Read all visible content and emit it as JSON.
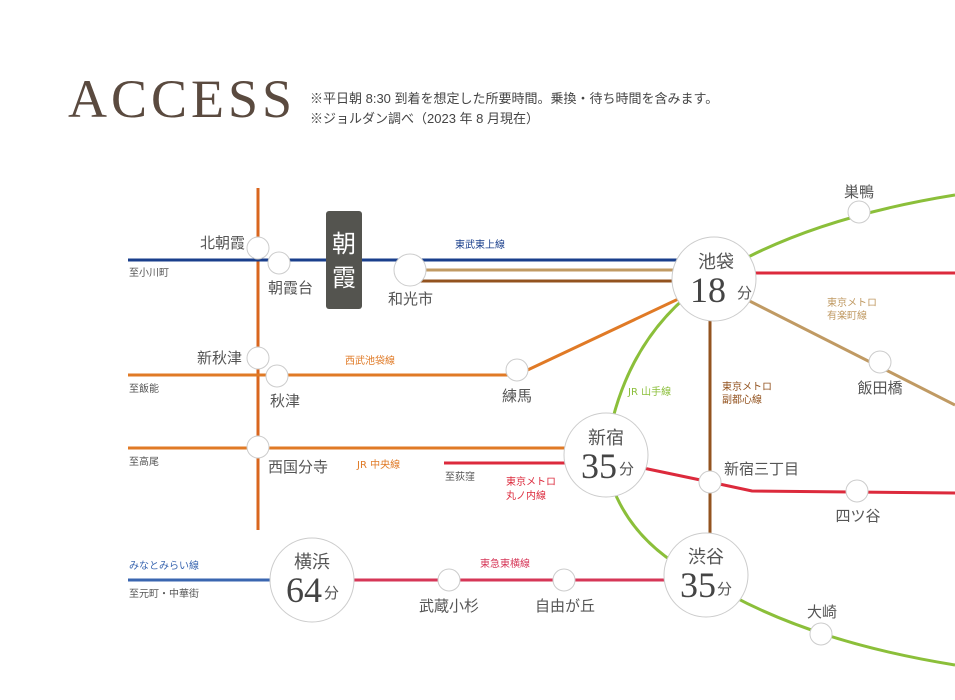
{
  "header": {
    "title": "ACCESS",
    "note1": "※平日朝 8:30 到着を想定した所要時間。乗換・待ち時間を含みます。",
    "note2": "※ジョルダン調べ（2023 年 8 月現在）"
  },
  "colors": {
    "tobu_tojo": "#1a3f8c",
    "seibu": "#e07a26",
    "jr_chuo": "#e07a26",
    "musashino_vertical": "#d9661e",
    "yamanote": "#8bbf3a",
    "marunouchi": "#dc2a3c",
    "yurakucho": "#c09a63",
    "fukutoshin": "#93531f",
    "toyoko": "#d63657",
    "minatomirai": "#3a66b0",
    "home_station_bg": "#54544f"
  },
  "home_station": {
    "name_line1": "朝",
    "name_line2": "霞"
  },
  "hubs": {
    "ikebukuro": {
      "name": "池袋",
      "minutes": "18",
      "unit": "分"
    },
    "shinjuku": {
      "name": "新宿",
      "minutes": "35",
      "unit": "分"
    },
    "shibuya": {
      "name": "渋谷",
      "minutes": "35",
      "unit": "分"
    },
    "yokohama": {
      "name": "横浜",
      "minutes": "64",
      "unit": "分"
    }
  },
  "stations": {
    "kita_asaka": "北朝霞",
    "asakadai": "朝霞台",
    "wakoshi": "和光市",
    "shin_akitsu": "新秋津",
    "akitsu": "秋津",
    "nerima": "練馬",
    "nishi_kokubunji": "西国分寺",
    "sugamo_area": "巣鴨",
    "iidabashi": "飯田橋",
    "shinjuku_sanchome": "新宿三丁目",
    "yotsuya": "四ツ谷",
    "osaki": "大崎",
    "musashi_kosugi": "武蔵小杉",
    "jiyugaoka": "自由が丘"
  },
  "lines": {
    "tobu_tojo": "東武東上線",
    "seibu_ikebukuro": "西武池袋線",
    "jr_chuo": "JR 中央線",
    "jr_yamanote": "JR 山手線",
    "marunouchi_1": "東京メトロ",
    "marunouchi_2": "丸ノ内線",
    "yurakucho_1": "東京メトロ",
    "yurakucho_2": "有楽町線",
    "fukutoshin_1": "東京メトロ",
    "fukutoshin_2": "副都心線",
    "toyoko": "東急東横線",
    "minatomirai": "みなとみらい線"
  },
  "directions": {
    "ogawamachi": "至小川町",
    "hanno": "至飯能",
    "takao": "至高尾",
    "ogikubo": "至荻窪",
    "motomachi": "至元町・中華街"
  }
}
